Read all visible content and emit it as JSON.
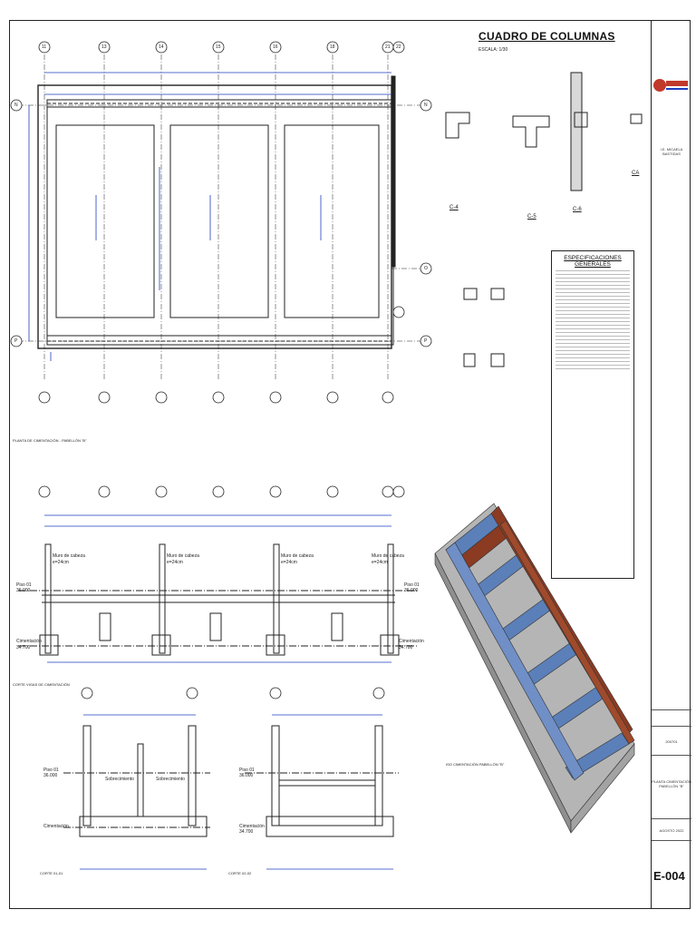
{
  "main_title": "CUADRO DE COLUMNAS",
  "main_scale": "ESCALA: 1/30",
  "grid_top": [
    "11",
    "13",
    "14",
    "15",
    "16",
    "18",
    "21",
    "22"
  ],
  "grid_side": [
    "N",
    "O",
    "P"
  ],
  "columns": {
    "c4": "C-4",
    "c5": "C-5",
    "c6": "C-6",
    "ca": "CA"
  },
  "specs_title": "ESPECIFICACIONES GENERALES",
  "section_labels": {
    "piso": "Piso 01",
    "piso_level": "36.000",
    "cimentacion": "Cimentación",
    "cimentacion_level": "34.700",
    "muro": "Muro de cabeza",
    "muro_thk": "e=24cm",
    "sobrecimiento": "Sobrecimiento"
  },
  "drawing_titles": {
    "plan": "PLANTA DE CIMENTACIÓN - PABELLÓN \"B\"",
    "corte_vigas": "CORTE VIGAS DE CIMENTACIÓN",
    "corte1": "CORTE 01-01",
    "corte2": "CORTE 02-02",
    "iso": "ISO CIMENTACIÓN PABELLÓN \"B\""
  },
  "titleblock": {
    "school": "I.E. MICAELA BASTIDAS",
    "sheet_title": "PLANTA CIMENTACIÓN PABELLÓN \"B\"",
    "date": "AGOSTO 2022",
    "sheet_no": "E-004",
    "code": "200701"
  },
  "colors": {
    "line": "#222222",
    "dim_blue": "#1f3fbf",
    "wall_brown": "#8a3b22",
    "footing_blue": "#5b7fb8",
    "concrete": "#b5b5b5"
  }
}
